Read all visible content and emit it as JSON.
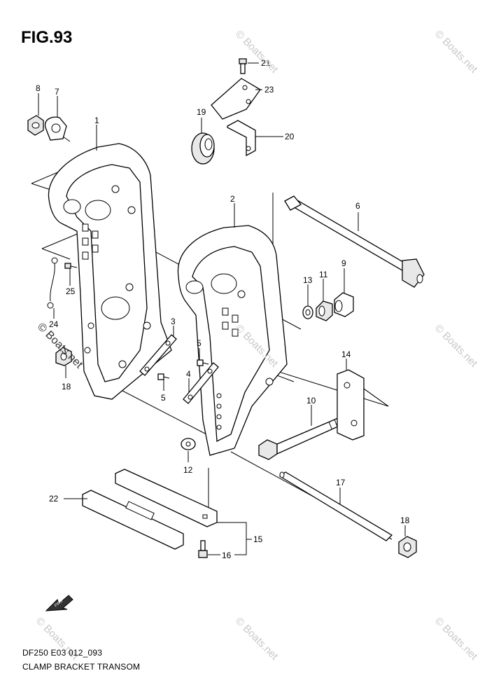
{
  "figure": {
    "title": "FIG.93",
    "code": "DF250 E03 012_093",
    "name": "CLAMP BRACKET TRANSOM",
    "fwd_icon_label": "FWD"
  },
  "watermarks": {
    "text": "© Boats.net"
  },
  "callouts": [
    {
      "id": "c1",
      "label": "1"
    },
    {
      "id": "c2",
      "label": "2"
    },
    {
      "id": "c3",
      "label": "3"
    },
    {
      "id": "c4",
      "label": "4"
    },
    {
      "id": "c5a",
      "label": "5"
    },
    {
      "id": "c5b",
      "label": "5"
    },
    {
      "id": "c6",
      "label": "6"
    },
    {
      "id": "c7",
      "label": "7"
    },
    {
      "id": "c8",
      "label": "8"
    },
    {
      "id": "c9",
      "label": "9"
    },
    {
      "id": "c10",
      "label": "10"
    },
    {
      "id": "c11",
      "label": "11"
    },
    {
      "id": "c12",
      "label": "12"
    },
    {
      "id": "c13",
      "label": "13"
    },
    {
      "id": "c14",
      "label": "14"
    },
    {
      "id": "c15",
      "label": "15"
    },
    {
      "id": "c16",
      "label": "16"
    },
    {
      "id": "c17",
      "label": "17"
    },
    {
      "id": "c18a",
      "label": "18"
    },
    {
      "id": "c18b",
      "label": "18"
    },
    {
      "id": "c19",
      "label": "19"
    },
    {
      "id": "c20",
      "label": "20"
    },
    {
      "id": "c21",
      "label": "21"
    },
    {
      "id": "c22",
      "label": "22"
    },
    {
      "id": "c23",
      "label": "23"
    },
    {
      "id": "c24",
      "label": "24"
    },
    {
      "id": "c25",
      "label": "25"
    }
  ]
}
